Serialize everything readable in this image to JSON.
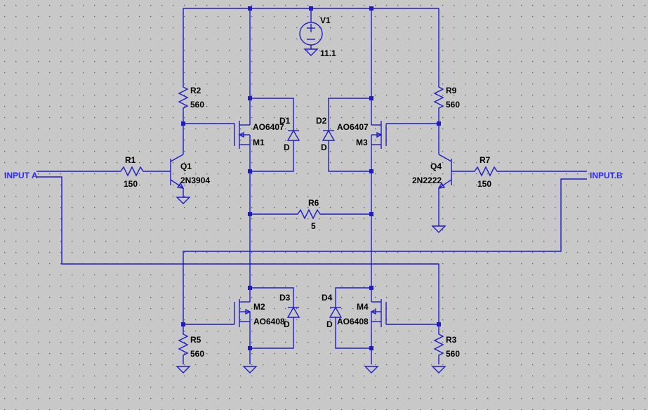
{
  "colors": {
    "background": "#c8c8c8",
    "wire": "#1c1ccc",
    "label": "#000000",
    "port": "#2a2aff",
    "grid_dot": "#555555"
  },
  "ports": {
    "input_a": "INPUT A",
    "input_b": "INPUT.B"
  },
  "source": {
    "name": "V1",
    "value": "11.1"
  },
  "resistors": {
    "r1": {
      "name": "R1",
      "value": "150"
    },
    "r2": {
      "name": "R2",
      "value": "560"
    },
    "r3": {
      "name": "R3",
      "value": "560"
    },
    "r5": {
      "name": "R5",
      "value": "560"
    },
    "r6": {
      "name": "R6",
      "value": "5"
    },
    "r7": {
      "name": "R7",
      "value": "150"
    },
    "r9": {
      "name": "R9",
      "value": "560"
    }
  },
  "transistors": {
    "q1": {
      "name": "Q1",
      "model": "2N3904"
    },
    "q4": {
      "name": "Q4",
      "model": "2N2222"
    },
    "m1": {
      "name": "M1",
      "model": "AO6407"
    },
    "m2": {
      "name": "M2",
      "model": "AO6408"
    },
    "m3": {
      "name": "M3",
      "model": "AO6407"
    },
    "m4": {
      "name": "M4",
      "model": "AO6408"
    }
  },
  "diodes": {
    "d1": {
      "name": "D1",
      "model": "D"
    },
    "d2": {
      "name": "D2",
      "model": "D"
    },
    "d3": {
      "name": "D3",
      "model": "D"
    },
    "d4": {
      "name": "D4",
      "model": "D"
    }
  }
}
